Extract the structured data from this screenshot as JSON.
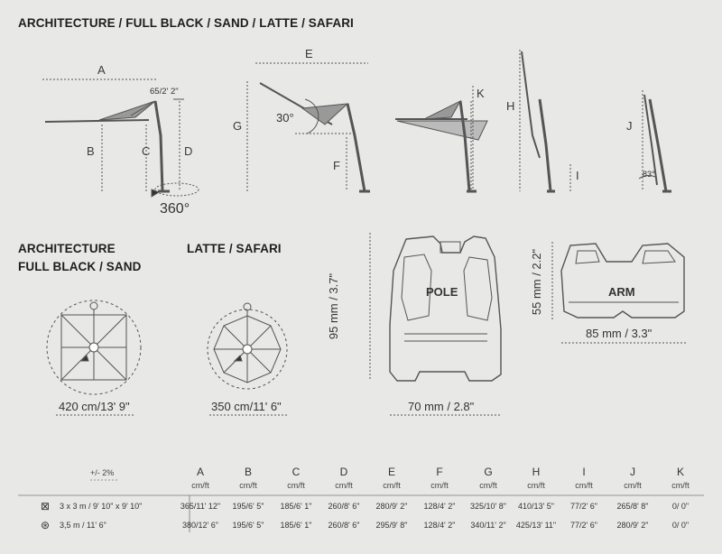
{
  "page_title": "ARCHITECTURE / FULL BLACK / SAND / LATTE / SAFARI",
  "side_labels": {
    "A": "A",
    "B": "B",
    "C": "C",
    "D": "D",
    "E": "E",
    "F": "F",
    "G": "G",
    "H": "H",
    "I": "I",
    "J": "J",
    "K": "K"
  },
  "side_values": {
    "ground_clearance": "65/2' 2\"",
    "rotation": "360°",
    "tilt_angle": "30°",
    "lean_angle": "83°"
  },
  "plan_views": {
    "left_title_line1": "ARCHITECTURE",
    "left_title_line2": "FULL BLACK / SAND",
    "left_dim": "420  cm/13' 9\"",
    "right_title": "LATTE / SAFARI",
    "right_dim": "350  cm/11' 6\""
  },
  "profiles": {
    "pole_label": "POLE",
    "pole_height": "95 mm / 3.7\"",
    "pole_width": "70 mm / 2.8\"",
    "arm_label": "ARM",
    "arm_height": "55 mm / 2.2\"",
    "arm_width": "85 mm / 3.3\""
  },
  "table": {
    "tolerance": "+/- 2%",
    "headers": [
      "A",
      "B",
      "C",
      "D",
      "E",
      "F",
      "G",
      "H",
      "I",
      "J",
      "K"
    ],
    "unit": "cm/ft",
    "rows": [
      {
        "icon": "square-canopy-icon",
        "label": "3 x 3 m / 9' 10\" x 9' 10\"",
        "values": [
          "365/11' 12\"",
          "195/6' 5\"",
          "185/6' 1\"",
          "260/8' 6\"",
          "280/9' 2\"",
          "128/4' 2\"",
          "325/10' 8\"",
          "410/13' 5\"",
          "77/2' 6\"",
          "265/8' 8\"",
          "0/ 0\""
        ]
      },
      {
        "icon": "round-canopy-icon",
        "label": "3,5 m / 11' 6\"",
        "values": [
          "380/12' 6\"",
          "195/6' 5\"",
          "185/6' 1\"",
          "260/8' 6\"",
          "295/9' 8\"",
          "128/4' 2\"",
          "340/11' 2\"",
          "425/13' 11\"",
          "77/2' 6\"",
          "280/9' 2\"",
          "0/ 0\""
        ]
      }
    ]
  }
}
